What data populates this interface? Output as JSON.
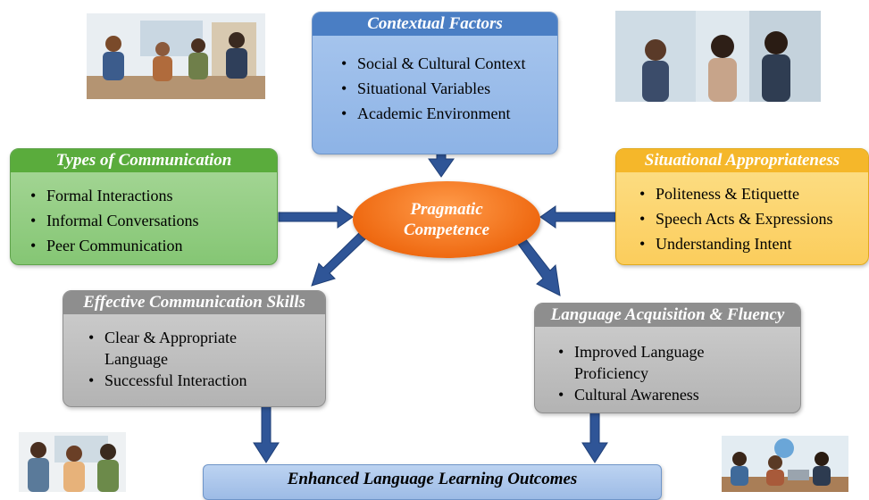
{
  "center": {
    "line1": "Pragmatic",
    "line2": "Competence"
  },
  "contextual": {
    "title": "Contextual Factors",
    "items": [
      "Social & Cultural Context",
      "Situational Variables",
      "Academic Environment"
    ]
  },
  "types": {
    "title": "Types of Communication",
    "items": [
      "Formal Interactions",
      "Informal Conversations",
      "Peer Communication"
    ]
  },
  "situational": {
    "title": "Situational Appropriateness",
    "items": [
      "Politeness & Etiquette",
      "Speech Acts & Expressions",
      "Understanding Intent"
    ]
  },
  "effective": {
    "title": "Effective Communication Skills",
    "items": [
      "Clear & Appropriate Language",
      "Successful Interaction"
    ]
  },
  "language": {
    "title": "Language Acquisition & Fluency",
    "items": [
      "Improved Language Proficiency",
      "Cultural Awareness"
    ]
  },
  "outcomes": {
    "title": "Enhanced Language Learning Outcomes"
  },
  "colors": {
    "arrow": "#2f5597",
    "center": "#ef6a12",
    "contextual": "#4a7ec4",
    "types": "#5aac3c",
    "situational": "#f5b72a",
    "gray": "#8e8e8e"
  }
}
